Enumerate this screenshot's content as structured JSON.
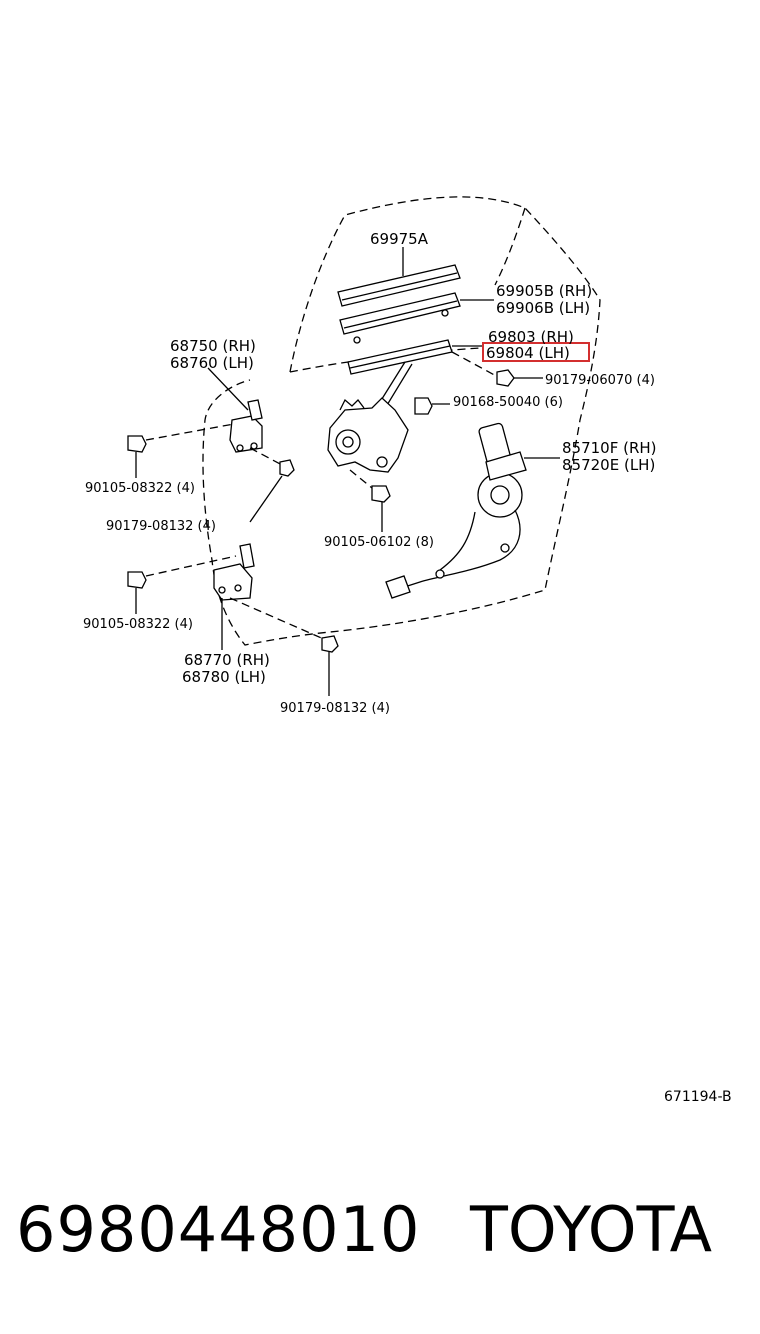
{
  "diagram": {
    "callouts": {
      "c_69975A": "69975A",
      "c_69905B": "69905B (RH)",
      "c_69906B": "69906B (LH)",
      "c_69803": "69803 (RH)",
      "c_69804": "69804 (LH)",
      "c_90179_06070": "90179-06070 (4)",
      "c_90168_50040": "90168-50040 (6)",
      "c_85710F": "85710F (RH)",
      "c_85720E": "85720E (LH)",
      "c_68750": "68750 (RH)",
      "c_68760": "68760 (LH)",
      "c_90105_08322_a": "90105-08322 (4)",
      "c_90179_08132_a": "90179-08132 (4)",
      "c_90105_06102": "90105-06102 (8)",
      "c_90105_08322_b": "90105-08322 (4)",
      "c_68770": "68770 (RH)",
      "c_68780": "68780 (LH)",
      "c_90179_08132_b": "90179-08132 (4)"
    },
    "highlight_color": "#d32f2f",
    "reference_code": "671194-B"
  },
  "footer": {
    "part_number": "6980448010",
    "brand": "TOYOTA"
  }
}
